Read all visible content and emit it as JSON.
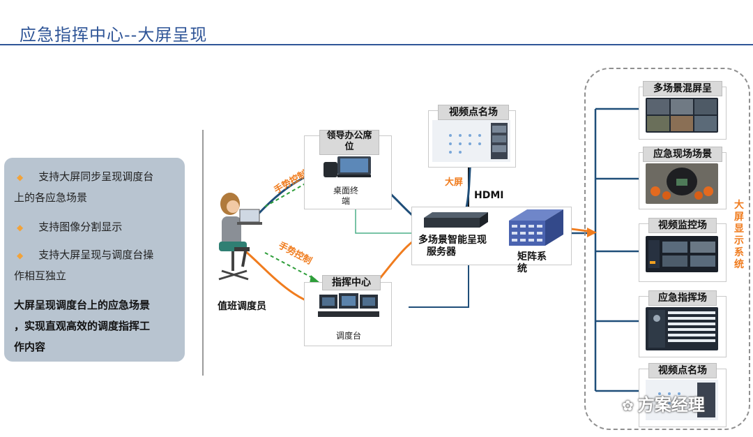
{
  "header": {
    "title": "应急指挥中心--大屏呈现"
  },
  "features": {
    "items": [
      {
        "line1": "支持大屏同步呈现调度台",
        "line2": "上的各应急场景"
      },
      {
        "line1": "支持图像分割显示",
        "line2": ""
      },
      {
        "line1": "支持大屏呈现与调度台操",
        "line2": "作相互独立"
      }
    ],
    "summary": [
      "大屏呈现调度台上的应急场景",
      "，实现直观高效的调度指挥工",
      "作内容"
    ]
  },
  "diagram": {
    "operator_label": "值班调度员",
    "gesture_top": "手势控制",
    "gesture_bottom": "手势控制",
    "leader_tag_l1": "领导办公席",
    "leader_tag_l2": "位",
    "leader_device_l1": "桌面终",
    "leader_device_l2": "端",
    "command_tag": "指挥中心",
    "command_device": "调度台",
    "video_roll_tag": "视频点名场",
    "big_screen_label": "大屏",
    "hdmi_label": "HDMI",
    "server_label_l1": "多场景智能呈现",
    "server_label_l2": "服务器",
    "matrix_label_l1": "矩阵系",
    "matrix_label_l2": "统",
    "display_system_label": "大屏显示系统",
    "scenes": [
      "多场景混屏呈",
      "应急现场场景",
      "视频监控场",
      "应急指挥场",
      "视频点名场"
    ]
  },
  "watermark": "方案经理",
  "colors": {
    "title_blue": "#2f5597",
    "line_blue": "#1f4e79",
    "line_orange": "#f07c1e",
    "line_green": "#4caf88",
    "panel_bg": "#b8c4d0"
  }
}
